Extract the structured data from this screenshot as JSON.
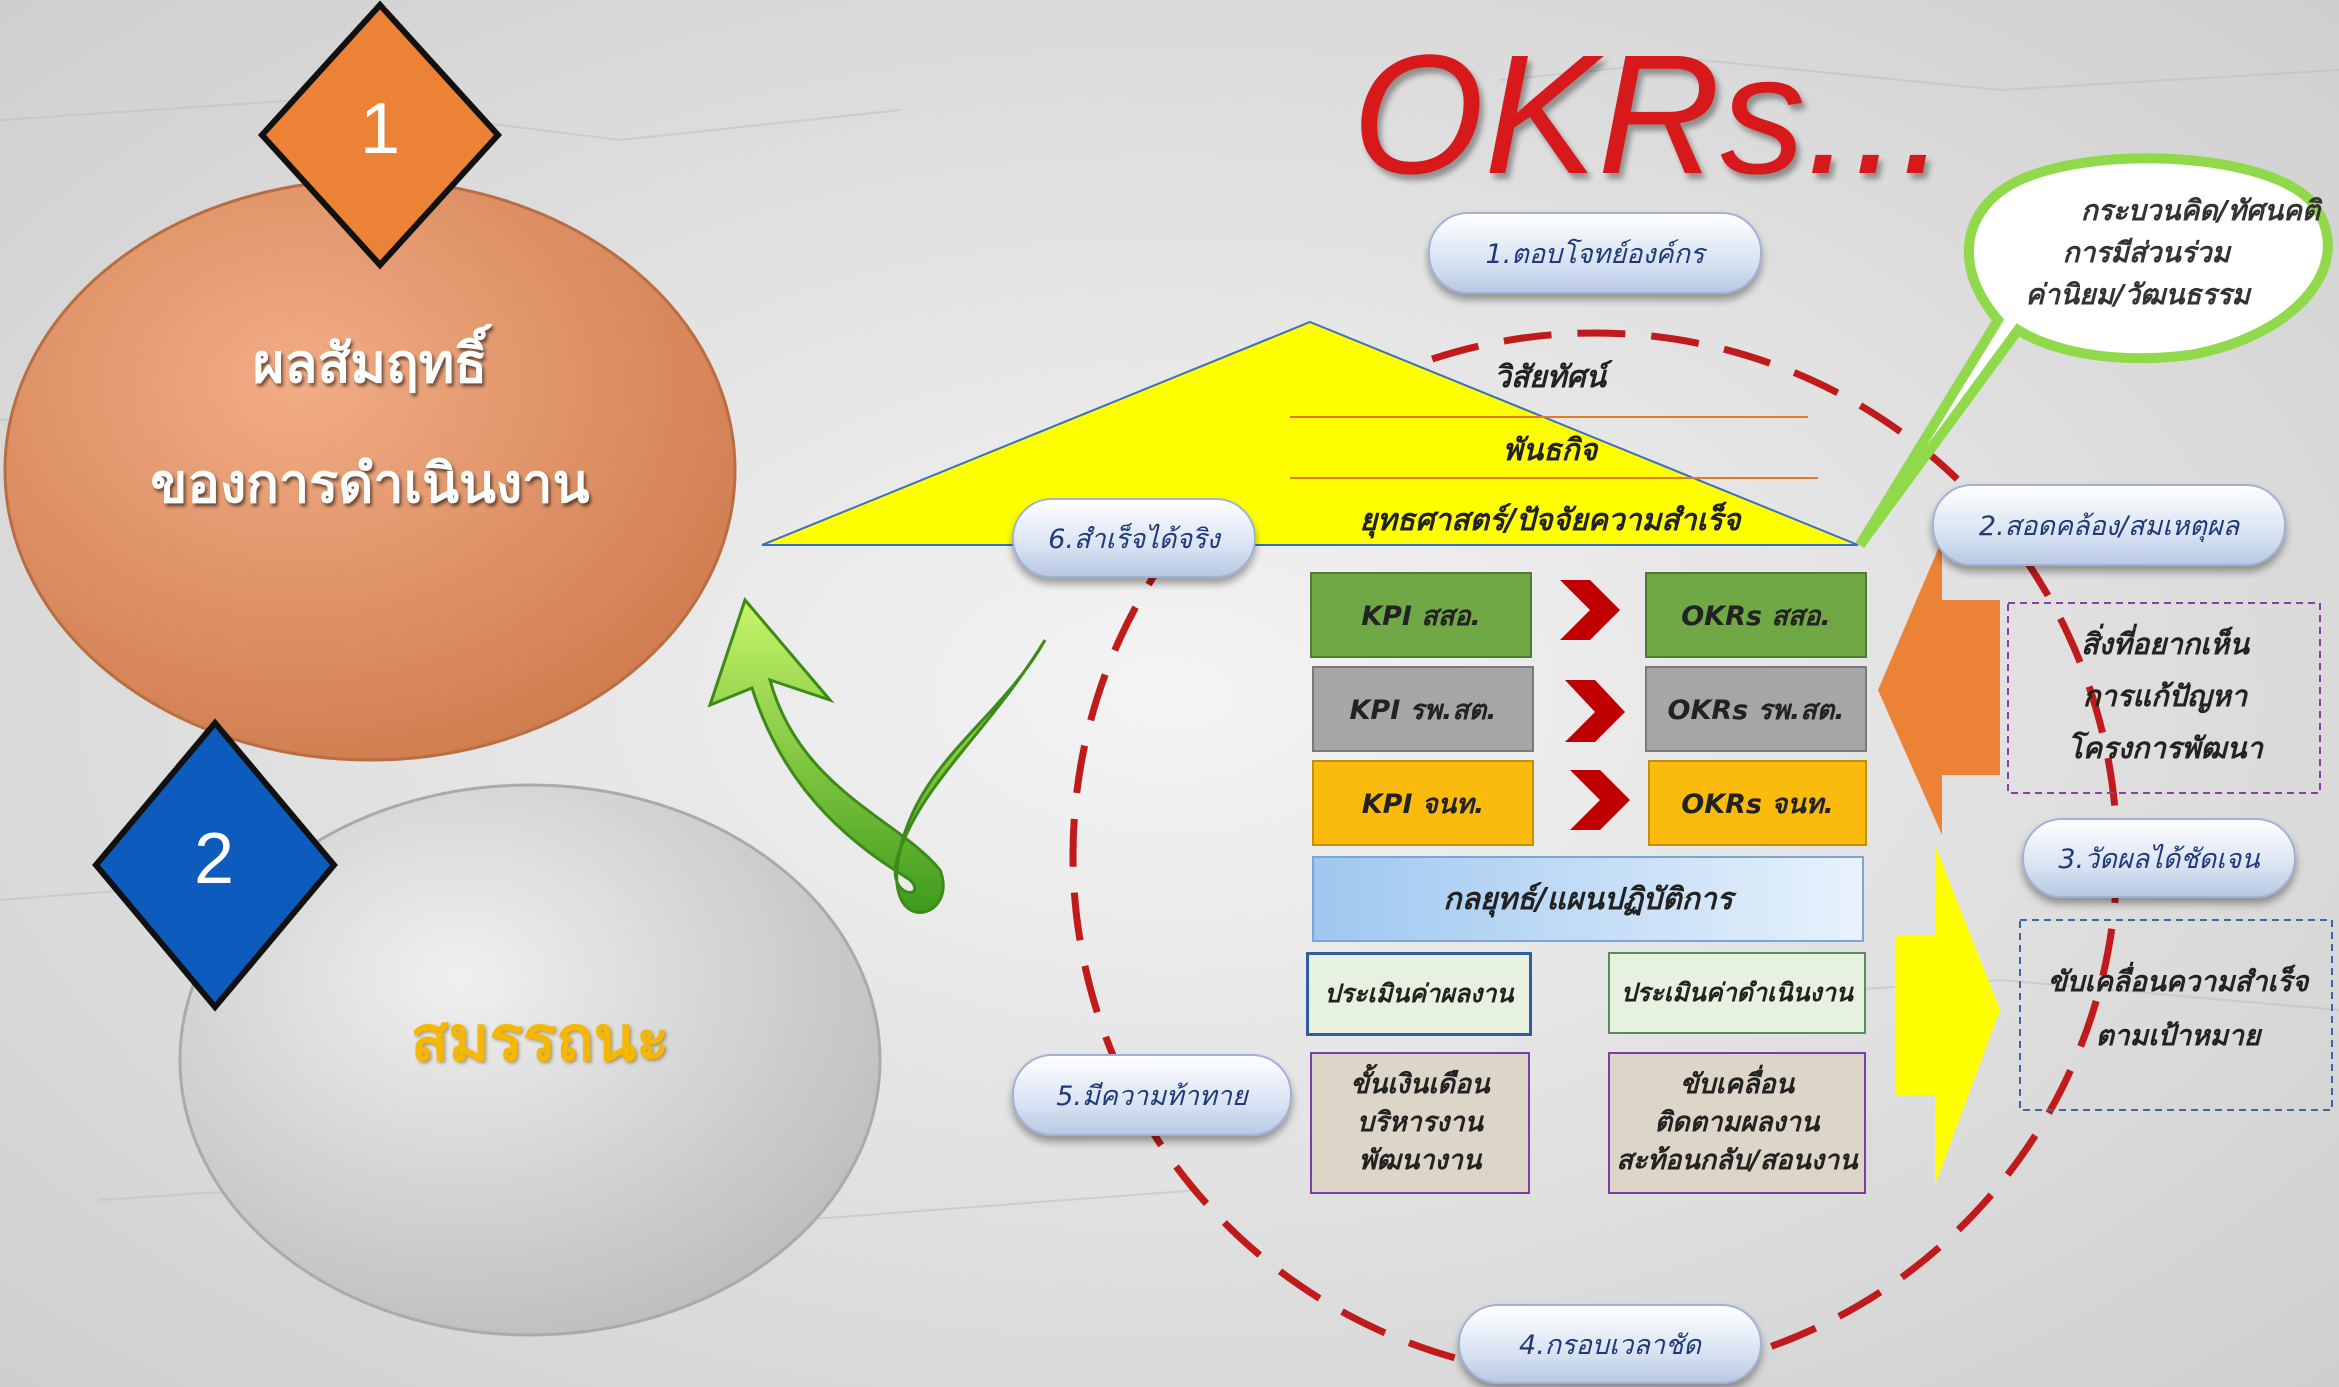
{
  "title": "OKRs...",
  "left": {
    "item1": {
      "number": "1",
      "line1": "ผลสัมฤทธิ์",
      "line2": "ของการดำเนินงาน"
    },
    "item2": {
      "number": "2",
      "label": "สมรรถนะ"
    }
  },
  "pyramid": {
    "vision": "วิสัยทัศน์",
    "mission": "พันธกิจ",
    "strategy": "ยุทธศาสตร์/ปัจจัยความสำเร็จ"
  },
  "rows": [
    {
      "kpi": "KPI สสอ.",
      "okr": "OKRs สสอ."
    },
    {
      "kpi": "KPI รพ.สต.",
      "okr": "OKRs  รพ.สต."
    },
    {
      "kpi": "KPI  จนท.",
      "okr": "OKRs จนท."
    }
  ],
  "plan": "กลยุทธ์/แผนปฏิบัติการ",
  "evaluation": {
    "left": "ประเมินค่าผลงาน",
    "right": "ประเมินค่าดำเนินงาน"
  },
  "outcomes": {
    "left": [
      "ขั้นเงินเดือน",
      "บริหารงาน",
      "พัฒนางาน"
    ],
    "right": [
      "ขับเคลื่อน",
      "ติดตามผลงาน",
      "สะท้อนกลับ/สอนงาน"
    ]
  },
  "criteria": {
    "c1": "1.ตอบโจทย์องค์กร",
    "c2": "2.สอดคล้อง/สมเหตุผล",
    "c3": "3.วัดผลได้ชัดเจน",
    "c4": "4.กรอบเวลาชัด",
    "c5": "5.มีความท้าทาย",
    "c6": "6.สำเร็จได้จริง"
  },
  "callout": [
    "กระบวนคิด/ทัศนคติ",
    "การมีส่วนร่วม",
    "ค่านิยม/วัฒนธรรม"
  ],
  "wishes": [
    "สิ่งที่อยากเห็น",
    "การแก้ปัญหา",
    "โครงการพัฒนา"
  ],
  "drive": [
    "ขับเคลื่อนความสำเร็จ",
    "ตามเป้าหมาย"
  ],
  "colors": {
    "title_red": "#d7191c",
    "orange": "#ec8235",
    "blue_diamond": "#0d5bbd",
    "green_box": "#70a845",
    "gray_box": "#a6a6a6",
    "gold_box": "#fbbb0c",
    "pyramid_yellow": "#ffff00",
    "dashed_circle": "#c01a1a",
    "chevron_red": "#c00000",
    "callout_green": "#8fd94a",
    "samatthana_gold": "#f5b700"
  }
}
